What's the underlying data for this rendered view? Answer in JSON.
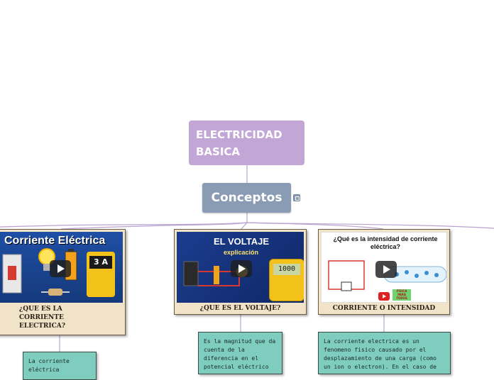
{
  "root": {
    "line1": "ELECTRICIDAD",
    "line2": "BASICA"
  },
  "concepts": {
    "label": "Conceptos"
  },
  "cards": [
    {
      "thumb_title": "Corriente Eléctrica",
      "meter_text": "3 A",
      "label_lines": [
        "¿QUE ES LA",
        "CORRIENTE",
        "ELECTRICA?"
      ]
    },
    {
      "thumb_title": "EL VOLTAJE",
      "thumb_subtitle": "explicación",
      "meter_text": "1000",
      "label": "¿QUE ES EL VOLTAJE?"
    },
    {
      "thumb_title": "¿Qué es la intensidad de corriente eléctrica?",
      "badge_line1": "FÍSICA",
      "badge_line2": "PARA",
      "badge_line3": "TODOS",
      "label": "CORRIENTE O INTENSIDAD"
    }
  ],
  "texts": {
    "left": "La corriente eléctrica",
    "middle": "Es la magnitud que da cuenta de la diferencia en el potencial eléctrico",
    "right": "La corriente electrica es un fenomeno fisico causado por el desplazamiento de una carga (como un ion o electron). En el caso de"
  },
  "colors": {
    "root": "#c2a6d6",
    "concepts": "#8a9bb4",
    "card": "#f0e3c8",
    "textbox": "#7ecdbf",
    "links": "#b9a3cf"
  }
}
